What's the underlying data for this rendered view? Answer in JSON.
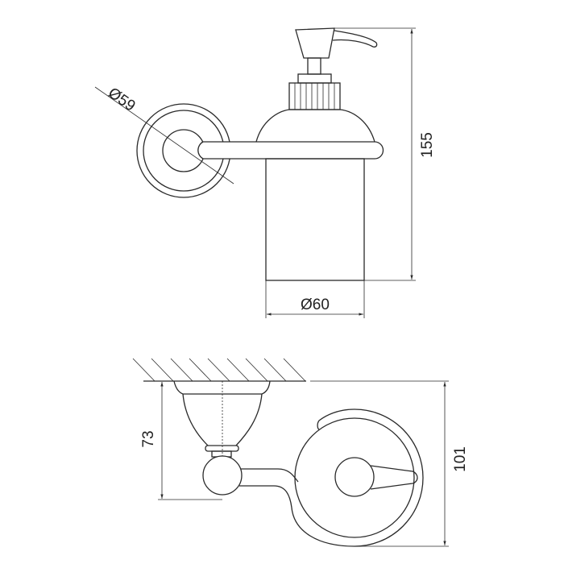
{
  "drawing": {
    "top_view": {
      "rosette_diameter_label": "Ø59",
      "glass_diameter_label": "Ø60",
      "height_label": "155"
    },
    "side_view": {
      "mount_height_label": "73",
      "projection_label": "101"
    },
    "line_color": "#2a2a2a"
  }
}
